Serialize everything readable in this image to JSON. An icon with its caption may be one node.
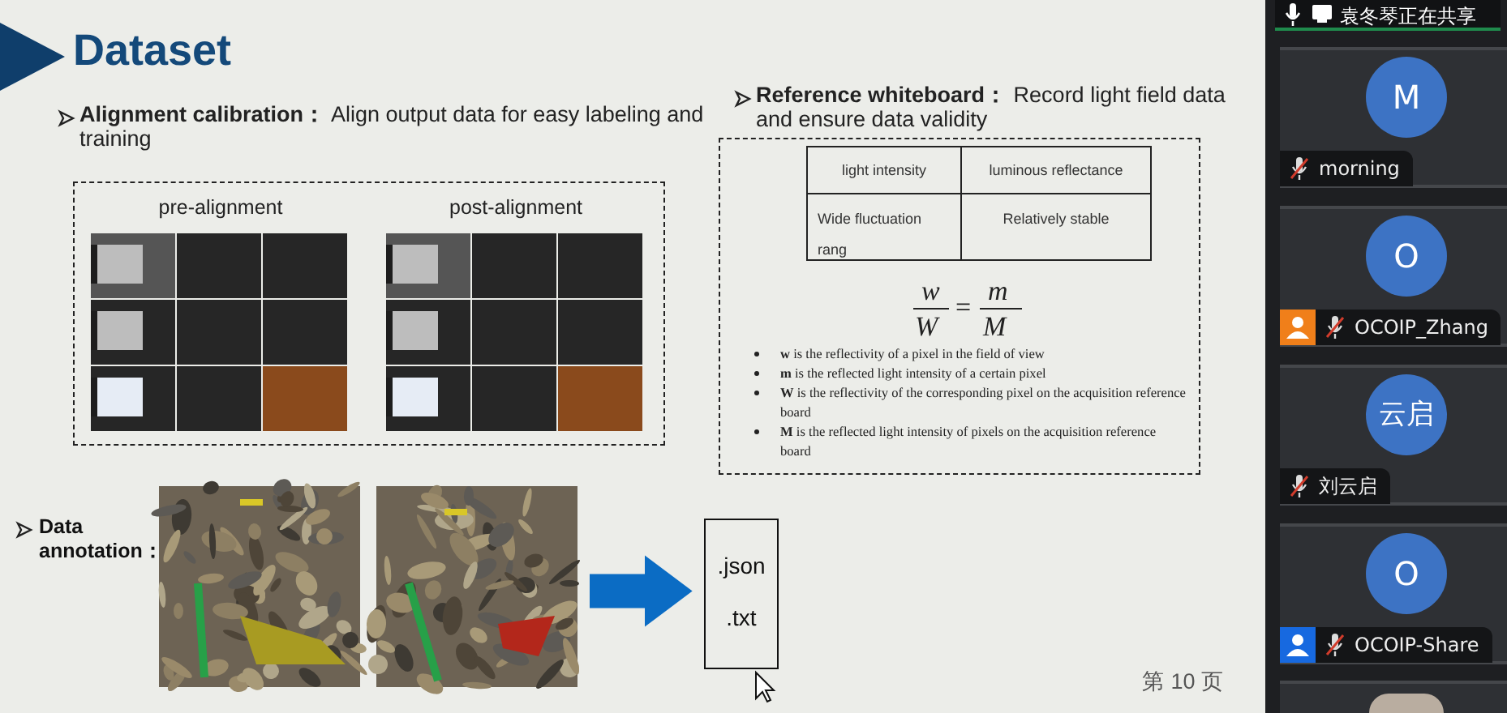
{
  "diagram": {
    "title": "Dataset",
    "nodes": [
      {
        "text": [
          "**Alignment calibration：** Align output data for easy labeling and training"
        ]
      },
      {
        "text": [
          "pre-alignment"
        ],
        "in": 0
      },
      {
        "text": [
          "post-alignment"
        ],
        "in": 0
      },
      {
        "text": [
          "**Reference whiteboard：** Record light field data and ensure data validity"
        ]
      },
      {
        "text": [],
        "shape": "picture",
        "beside": [
          "Data annotation："
        ]
      },
      {
        "text": [],
        "shape": "picture"
      },
      {
        "text": [
          ".json",
          ".txt"
        ]
      }
    ],
    "edges": [
      {
        "from": 5,
        "to": 6,
        "arrow": "to",
        "style": "thick",
        "color": "#0b6cc4"
      }
    ],
    "labels": [
      "light intensity",
      "luminous reflectance",
      "Wide fluctuation rang",
      "Relatively stable",
      "w",
      "W",
      "=",
      "m",
      "M",
      "**w** is the reflectivity of a pixel in the field of view",
      "**m** is the reflected light intensity of a certain pixel",
      "**W** is the reflectivity of the corresponding pixel on the acquisition reference board",
      "**M** is the reflected light intensity of pixels on the acquisition reference board",
      "第 10 页",
      "袁冬琴正在共享",
      "M",
      "morning",
      "O",
      "OCOIP_Zhang",
      "云启",
      "刘云启",
      "O",
      "OCOIP-Share"
    ]
  }
}
